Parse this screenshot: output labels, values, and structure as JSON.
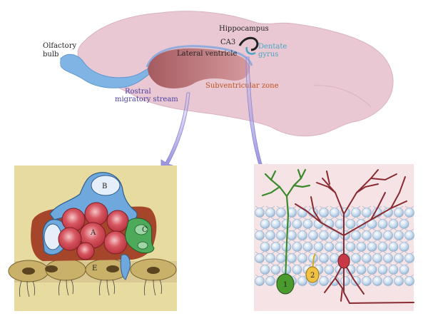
{
  "brain": {
    "labels": {
      "olfactory_bulb": [
        "Olfactory",
        "bulb"
      ],
      "hippocampus": "Hippocampus",
      "ca3": "CA3",
      "lateral_ventricle": "Lateral ventricle",
      "dentate_gyrus": [
        "Dentate",
        "gyrus"
      ],
      "rostral_migratory_stream": [
        "Rostral",
        "migratory stream"
      ],
      "subventricular_zone": "Subventricular zone"
    }
  },
  "svz_panel": {
    "cell_labels": {
      "a": "A",
      "b": "B",
      "c": "C",
      "e": "E"
    }
  },
  "dg_panel": {
    "cell_labels": {
      "one": "1",
      "two": "2"
    }
  },
  "colors": {
    "brain": "#e9c8d3",
    "background_svz": "#e8dba0",
    "background_dg": "#f5e3e6",
    "cell_a": "#d84a5a",
    "cell_b": "#6fa8dc",
    "cell_c": "#4caa5a",
    "cell_e": "#c9b16a",
    "dentate_green": "#3a8a2a",
    "pyramidal_red": "#8a2a30",
    "granule_yellow": "#e8b830"
  }
}
